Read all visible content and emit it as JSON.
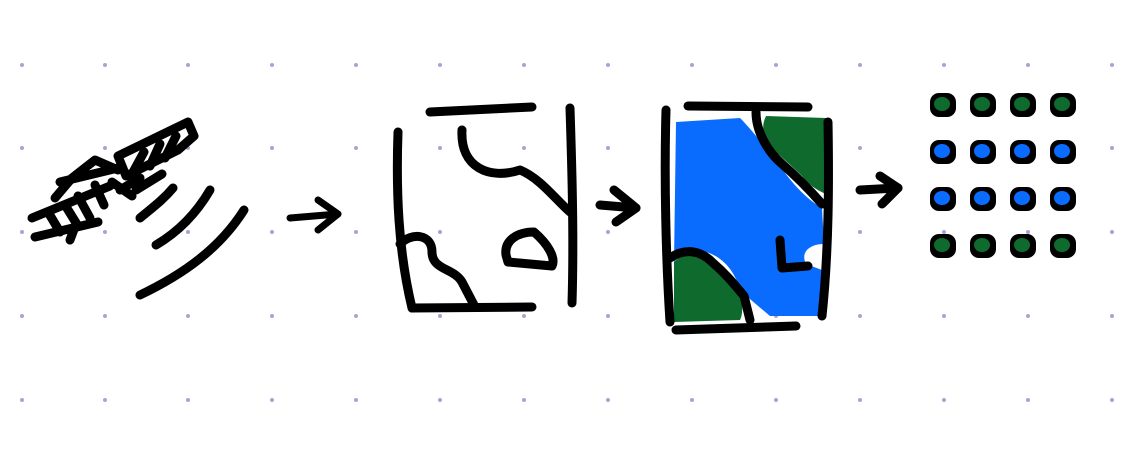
{
  "canvas": {
    "background": "#ffffff",
    "grid_dot_color": "#a9a3d8",
    "grid": true
  },
  "colors": {
    "ink": "#000000",
    "water": "#0a6cff",
    "vegetation": "#0f6b2d"
  },
  "pipeline": [
    {
      "step": 1,
      "icon": "satellite-icon"
    },
    {
      "step": 2,
      "icon": "arrow-right-icon"
    },
    {
      "step": 3,
      "icon": "outline-map-icon"
    },
    {
      "step": 4,
      "icon": "arrow-right-icon"
    },
    {
      "step": 5,
      "icon": "classified-map-icon"
    },
    {
      "step": 6,
      "icon": "arrow-right-icon"
    },
    {
      "step": 7,
      "icon": "pixel-grid-icon"
    }
  ],
  "pixel_grid": {
    "rows": 4,
    "cols": 4,
    "cells": [
      [
        "vegetation",
        "vegetation",
        "vegetation",
        "vegetation"
      ],
      [
        "water",
        "water",
        "water",
        "water"
      ],
      [
        "water",
        "water",
        "water",
        "water"
      ],
      [
        "vegetation",
        "vegetation",
        "vegetation",
        "vegetation"
      ]
    ]
  }
}
